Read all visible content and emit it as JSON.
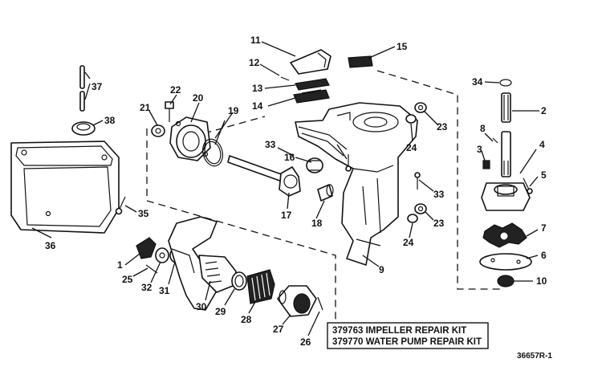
{
  "callouts": {
    "c1": "1",
    "c2": "2",
    "c3": "3",
    "c4": "4",
    "c5": "5",
    "c6": "6",
    "c7": "7",
    "c8": "8",
    "c9": "9",
    "c10": "10",
    "c11": "11",
    "c12": "12",
    "c13": "13",
    "c14": "14",
    "c15": "15",
    "c16": "16",
    "c17": "17",
    "c18": "18",
    "c19": "19",
    "c20": "20",
    "c21": "21",
    "c22": "22",
    "c23a": "23",
    "c23b": "23",
    "c24a": "24",
    "c24b": "24",
    "c25": "25",
    "c26": "26",
    "c27": "27",
    "c28": "28",
    "c29": "29",
    "c30": "30",
    "c31": "31",
    "c32": "32",
    "c33a": "33",
    "c33b": "33",
    "c34": "34",
    "c35": "35",
    "c36": "36",
    "c37": "37",
    "c38": "38"
  },
  "kits": {
    "impeller": "379763 IMPELLER REPAIR KIT",
    "water_pump": "379770 WATER PUMP REPAIR KIT"
  },
  "figure_id": "36657R-1"
}
